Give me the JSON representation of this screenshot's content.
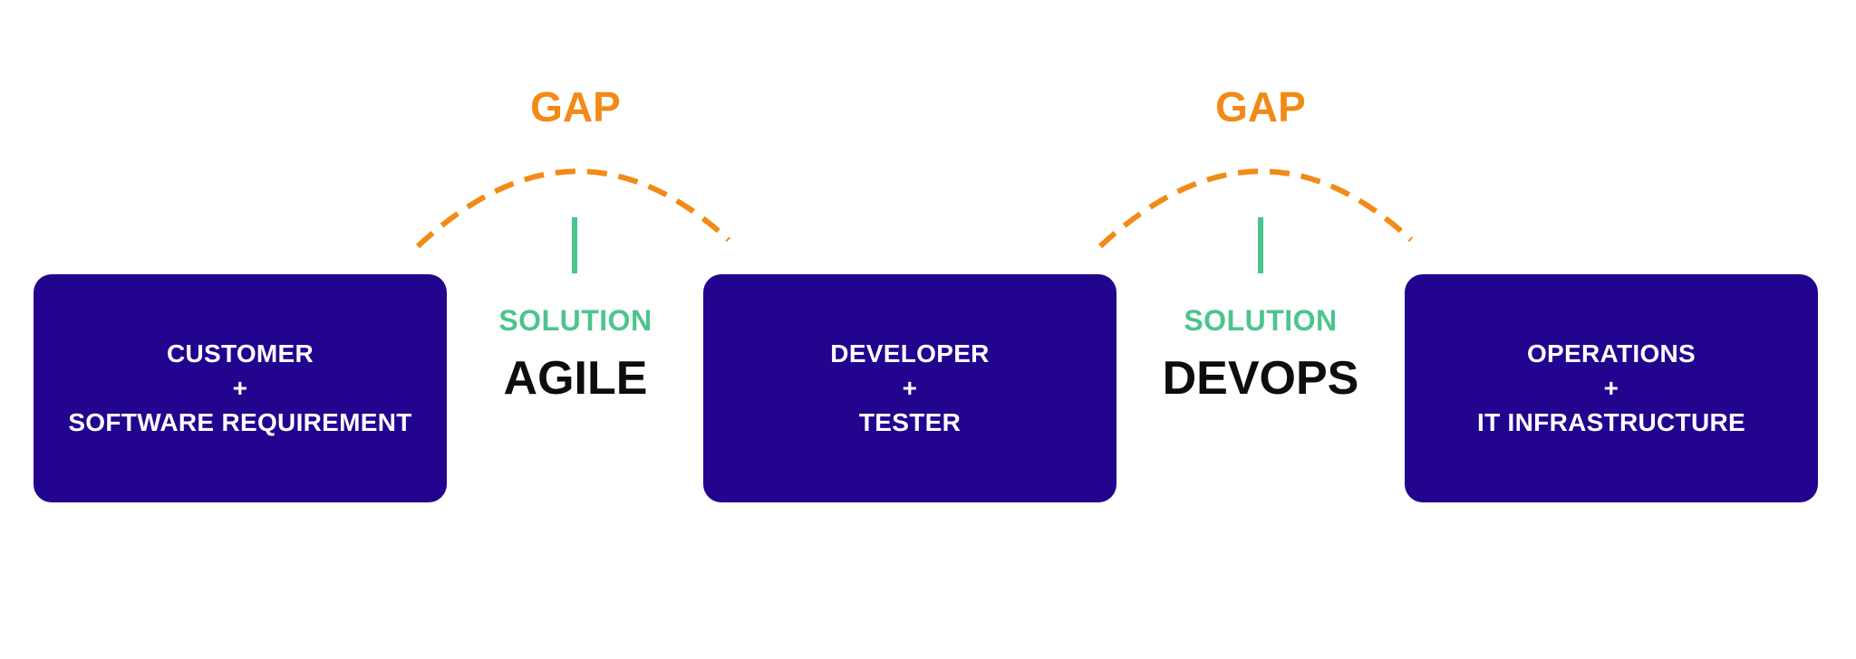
{
  "boxes": [
    {
      "line1": "CUSTOMER",
      "plus": "+",
      "line2": "SOFTWARE REQUIREMENT"
    },
    {
      "line1": "DEVELOPER",
      "plus": "+",
      "line2": "TESTER"
    },
    {
      "line1": "OPERATIONS",
      "plus": "+",
      "line2": "IT INFRASTRUCTURE"
    }
  ],
  "bridges": [
    {
      "gap": "GAP",
      "solution": "SOLUTION",
      "method": "AGILE"
    },
    {
      "gap": "GAP",
      "solution": "SOLUTION",
      "method": "DEVOPS"
    }
  ],
  "colors": {
    "box": "#22048f",
    "gap": "#f28a16",
    "solution": "#4cc48d",
    "method": "#0d0d0d"
  }
}
